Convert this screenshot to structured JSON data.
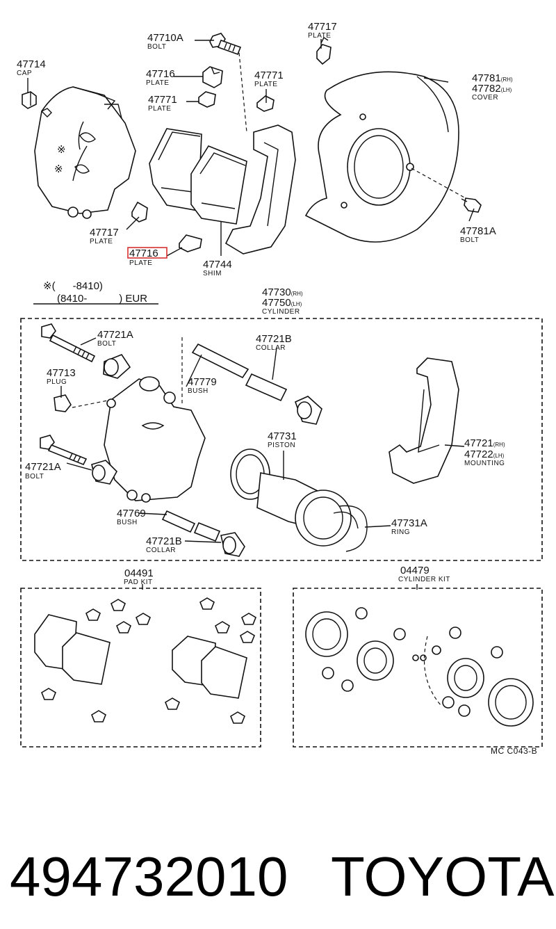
{
  "labels": {
    "l47710A": {
      "pn": "47710A",
      "name": "BOLT"
    },
    "l47717top": {
      "pn": "47717",
      "name": "PLATE"
    },
    "l47714": {
      "pn": "47714",
      "name": "CAP"
    },
    "l47716a": {
      "pn": "47716",
      "name": "PLATE"
    },
    "l47771a": {
      "pn": "47771",
      "name": "PLATE"
    },
    "l47771b": {
      "pn": "47771",
      "name": "PLATE"
    },
    "l47781": {
      "pn1": "47781",
      "sfx1": "(RH)",
      "pn2": "47782",
      "sfx2": "(LH)",
      "name": "COVER"
    },
    "l47717b": {
      "pn": "47717",
      "name": "PLATE"
    },
    "l47716b": {
      "pn": "47716",
      "name": "PLATE"
    },
    "l47744": {
      "pn": "47744",
      "name": "SHIM"
    },
    "l47781A": {
      "pn": "47781A",
      "name": "BOLT"
    },
    "l47730": {
      "pn1": "47730",
      "sfx1": "(RH)",
      "pn2": "47750",
      "sfx2": "(LH)",
      "name": "CYLINDER"
    },
    "l47721A_top": {
      "pn": "47721A",
      "name": "BOLT"
    },
    "l47721B_top": {
      "pn": "47721B",
      "name": "COLLAR"
    },
    "l47713": {
      "pn": "47713",
      "name": "PLUG"
    },
    "l47779": {
      "pn": "47779",
      "name": "BUSH"
    },
    "l47731": {
      "pn": "47731",
      "name": "PISTON"
    },
    "l47721": {
      "pn1": "47721",
      "sfx1": "(RH)",
      "pn2": "47722",
      "sfx2": "(LH)",
      "name": "MOUNTING"
    },
    "l47721A_bot": {
      "pn": "47721A",
      "name": "BOLT"
    },
    "l47769": {
      "pn": "47769",
      "name": "BUSH"
    },
    "l47721B_bot": {
      "pn": "47721B",
      "name": "COLLAR"
    },
    "l47731A": {
      "pn": "47731A",
      "name": "RING"
    },
    "l04491": {
      "pn": "04491",
      "name": "PAD KIT"
    },
    "l04479": {
      "pn": "04479",
      "name": "CYLINDER KIT"
    }
  },
  "note": {
    "line1": "※(      -8410)",
    "line2": "(8410-           ) EUR"
  },
  "diagram_code": "MC C043-B",
  "footer": {
    "part_number": "494732010",
    "brand": "TOYOTA"
  },
  "colors": {
    "ink": "#111111",
    "highlight": "#d93030"
  }
}
